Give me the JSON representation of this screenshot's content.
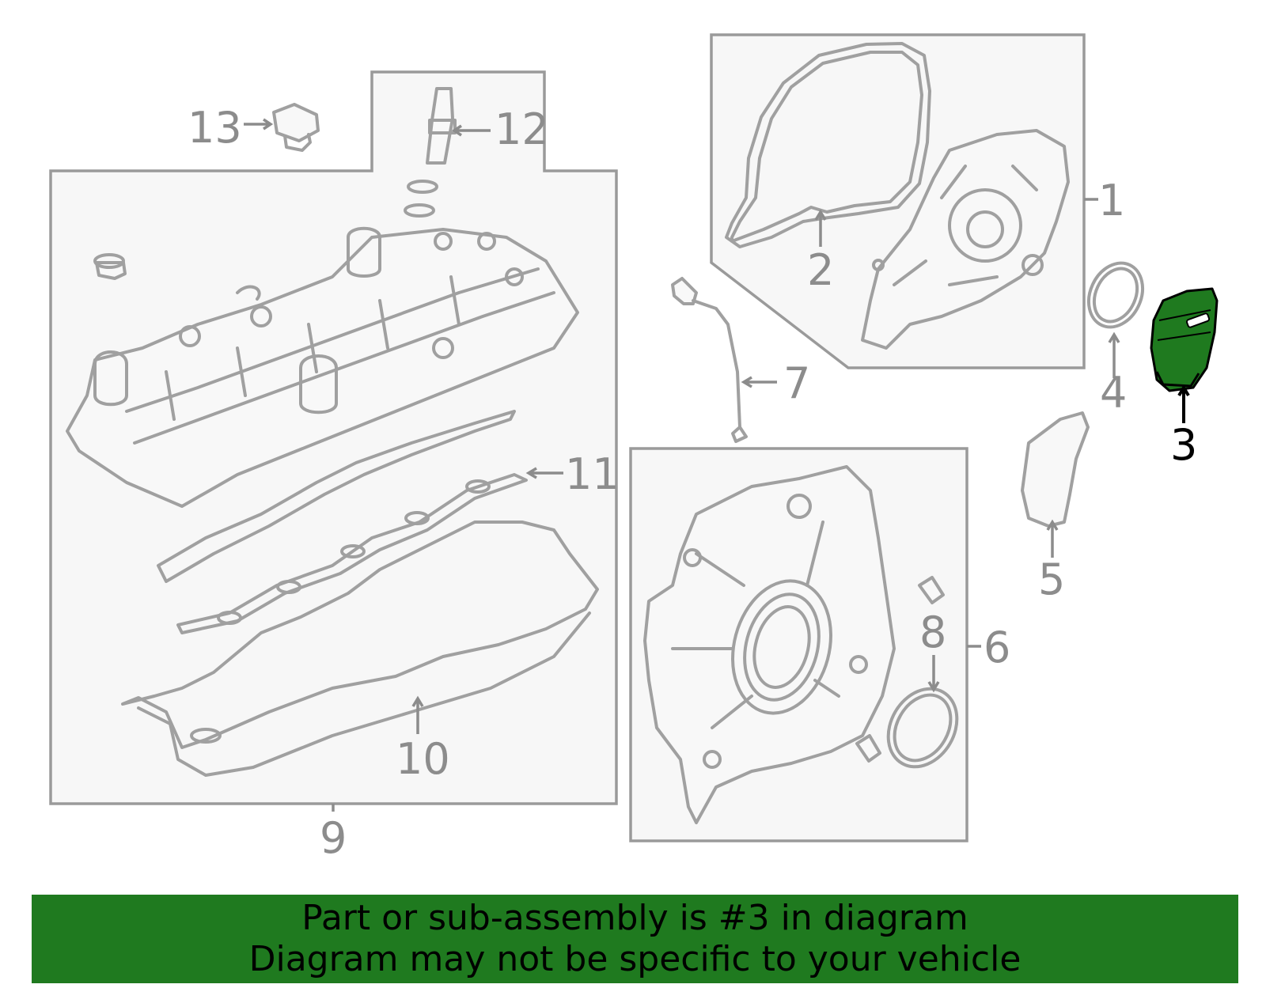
{
  "callouts": {
    "c1": "1",
    "c2": "2",
    "c3": "3",
    "c4": "4",
    "c5": "5",
    "c6": "6",
    "c7": "7",
    "c8": "8",
    "c9": "9",
    "c10": "10",
    "c11": "11",
    "c12": "12",
    "c13": "13"
  },
  "highlight": {
    "part_number": "3",
    "color": "#1f7a1f"
  },
  "banner": {
    "line1": "Part or sub-assembly is #3 in diagram",
    "line2": "Diagram may not be specific to your vehicle"
  },
  "colors": {
    "banner_bg": "#1f7a1f",
    "line_gray": "#a0a0a0",
    "box_fill": "#f7f7f7"
  }
}
